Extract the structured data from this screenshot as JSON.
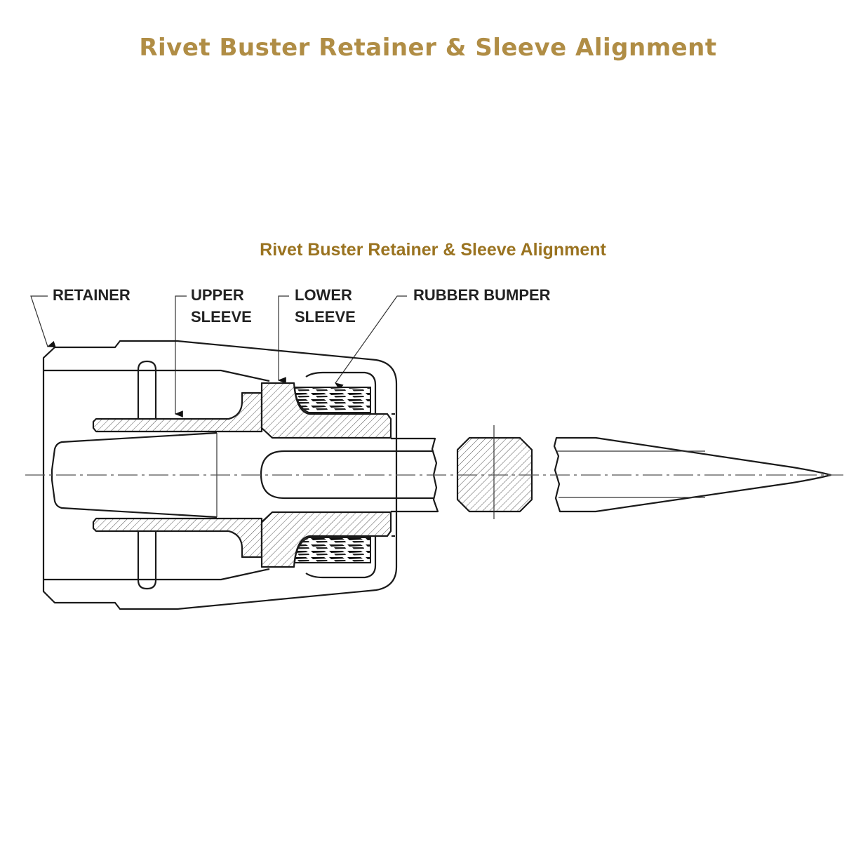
{
  "header": {
    "title": "Rivet Buster Retainer & Sleeve Alignment"
  },
  "figure": {
    "title": "Rivet Buster Retainer & Sleeve Alignment",
    "labels": {
      "retainer": "RETAINER",
      "upper_sleeve_1": "UPPER",
      "upper_sleeve_2": "SLEEVE",
      "lower_sleeve_1": "LOWER",
      "lower_sleeve_2": "SLEEVE",
      "rubber_bumper": "RUBBER BUMPER"
    }
  },
  "colors": {
    "title": "#b08d45",
    "subtitle": "#9a7320",
    "line": "#1a1a1a"
  }
}
